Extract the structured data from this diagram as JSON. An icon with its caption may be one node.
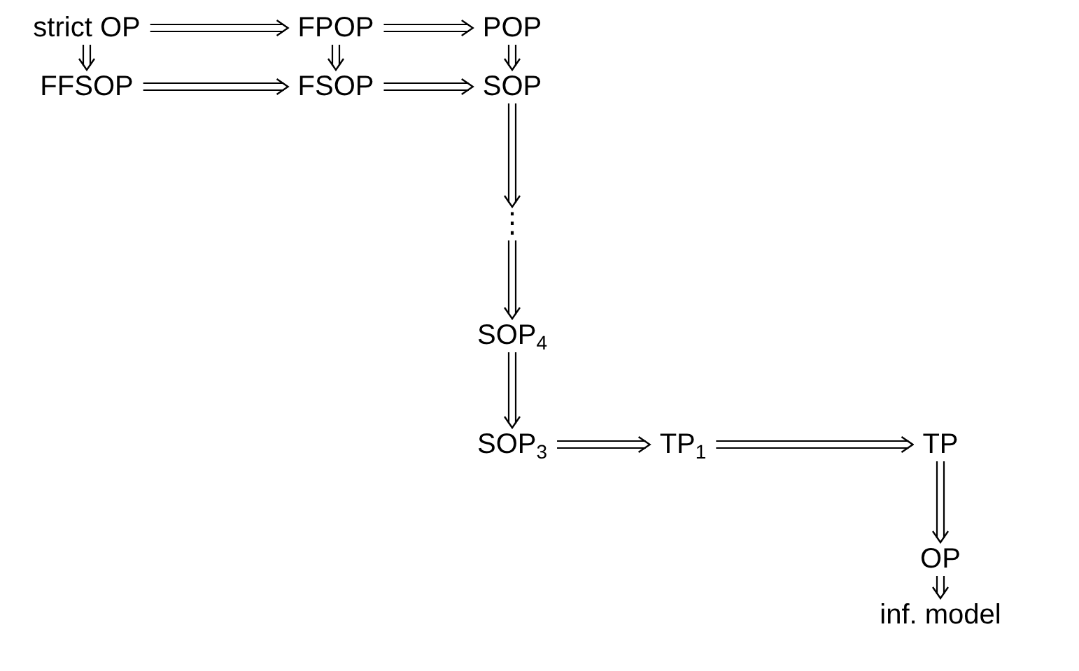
{
  "diagram": {
    "nodes": [
      {
        "text": [
          "strict OP"
        ]
      },
      {
        "text": [
          "FPOP"
        ]
      },
      {
        "text": [
          "POP"
        ]
      },
      {
        "text": [
          "FFSOP"
        ]
      },
      {
        "text": [
          "FSOP"
        ]
      },
      {
        "text": [
          "SOP"
        ]
      },
      {
        "text": [
          "⋮"
        ]
      },
      {
        "text": [
          "SOP$_{4}$"
        ]
      },
      {
        "text": [
          "SOP$_{3}$"
        ]
      },
      {
        "text": [
          "TP$_{1}$"
        ]
      },
      {
        "text": [
          "TP"
        ]
      },
      {
        "text": [
          "OP"
        ]
      },
      {
        "text": [
          "inf. model"
        ]
      }
    ],
    "edges": [
      {
        "from": 0,
        "to": 1,
        "arrow": "to"
      },
      {
        "from": 1,
        "to": 2,
        "arrow": "to"
      },
      {
        "from": 0,
        "to": 3,
        "arrow": "to"
      },
      {
        "from": 1,
        "to": 4,
        "arrow": "to"
      },
      {
        "from": 2,
        "to": 5,
        "arrow": "to"
      },
      {
        "from": 3,
        "to": 4,
        "arrow": "to"
      },
      {
        "from": 4,
        "to": 5,
        "arrow": "to"
      },
      {
        "from": 5,
        "to": 6,
        "arrow": "to"
      },
      {
        "from": 6,
        "to": 7,
        "arrow": "to"
      },
      {
        "from": 7,
        "to": 8,
        "arrow": "to"
      },
      {
        "from": 8,
        "to": 9,
        "arrow": "to"
      },
      {
        "from": 9,
        "to": 10,
        "arrow": "to"
      },
      {
        "from": 10,
        "to": 11,
        "arrow": "to"
      },
      {
        "from": 11,
        "to": 12,
        "arrow": "to"
      }
    ]
  }
}
